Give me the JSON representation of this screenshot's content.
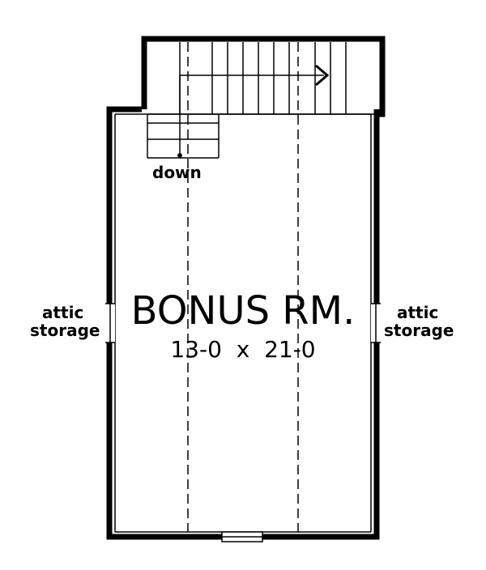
{
  "room": {
    "name": "BONUS RM.",
    "dimensions": "13-0  x  21-0"
  },
  "stair": {
    "label": "down"
  },
  "attic_left": {
    "line1": "attic",
    "line2": "storage"
  },
  "attic_right": {
    "line1": "attic",
    "line2": "storage"
  }
}
